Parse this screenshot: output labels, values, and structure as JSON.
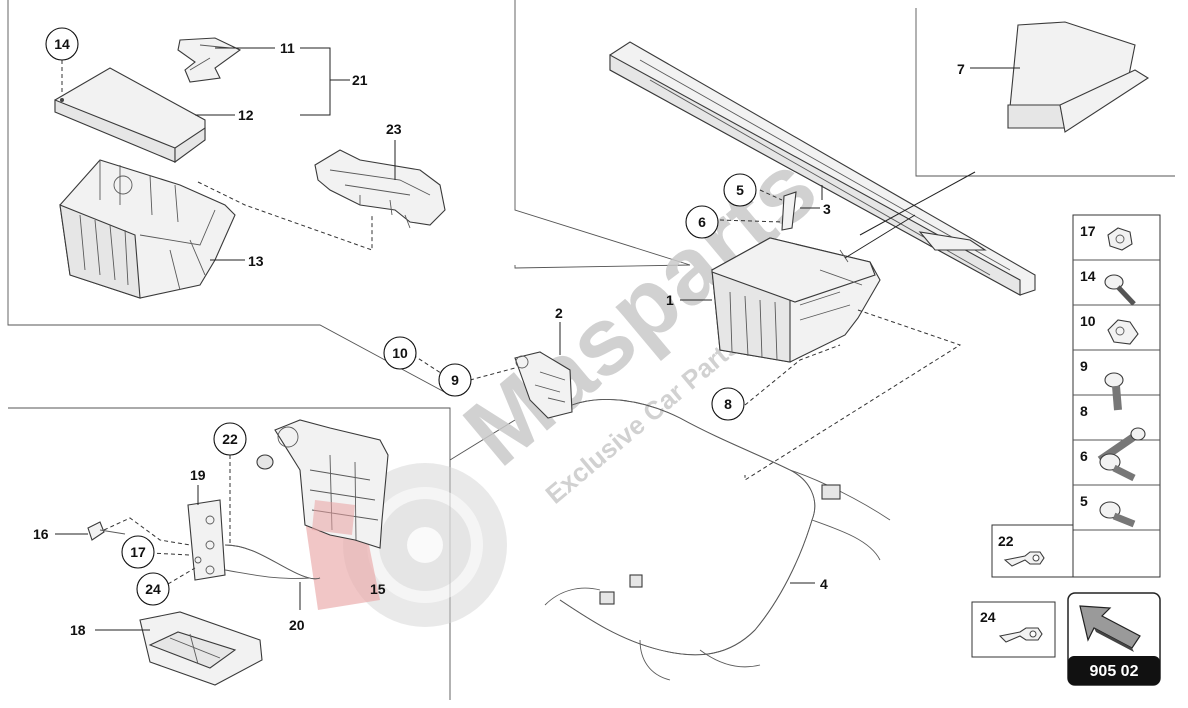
{
  "diagram": {
    "callouts": [
      "1",
      "2",
      "3",
      "4",
      "5",
      "6",
      "7",
      "8",
      "9",
      "10",
      "11",
      "12",
      "13",
      "14",
      "15",
      "16",
      "17",
      "18",
      "19",
      "20",
      "21",
      "22",
      "23",
      "24"
    ],
    "hardware_table": [
      {
        "label": "17",
        "icon": "hex-nut-icon"
      },
      {
        "label": "14",
        "icon": "flange-bolt-icon"
      },
      {
        "label": "10",
        "icon": "cap-nut-icon"
      },
      {
        "label": "9",
        "icon": "flange-bolt-icon"
      },
      {
        "label": "8",
        "icon": "long-bolt-icon"
      },
      {
        "label": "6",
        "icon": "torx-screw-icon"
      },
      {
        "label": "5",
        "icon": "torx-screw-icon"
      },
      {
        "label": "22",
        "icon": "ring-terminal-icon"
      }
    ],
    "extra_box": {
      "label": "24",
      "icon": "ring-terminal-icon"
    },
    "page_code": "905 02",
    "watermark": {
      "brand": "Masparts",
      "tagline": "Exclusive Car Parts specialist"
    }
  }
}
